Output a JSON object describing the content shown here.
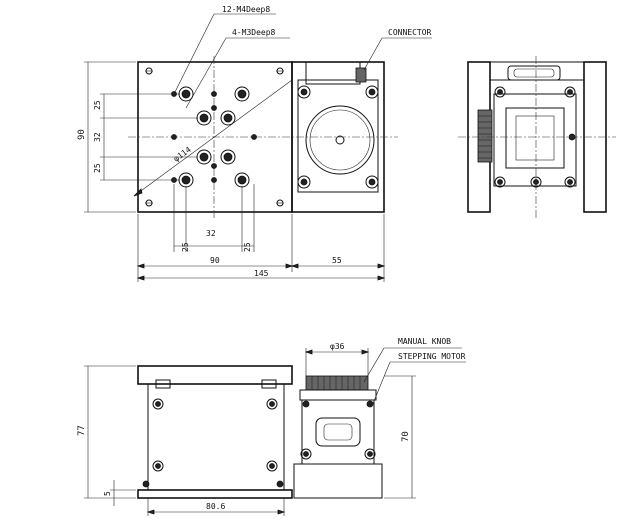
{
  "callouts": {
    "m4_holes": "12-M4Deep8",
    "m3_holes": "4-M3Deep8",
    "connector": "CONNECTOR",
    "manual_knob": "MANUAL KNOB",
    "stepping_motor": "STEPPING MOTOR"
  },
  "dimensions": {
    "pcd": "φ114",
    "height_90": "90",
    "v25_top": "25",
    "v32": "32",
    "v25_bottom": "25",
    "h25_left": "25",
    "h32": "32",
    "h25_right": "25",
    "width_90": "90",
    "width_55": "55",
    "width_145": "145",
    "knob_dia": "φ36",
    "height_77": "77",
    "height_70": "70",
    "height_5": "5",
    "width_80_6": "80.6"
  }
}
